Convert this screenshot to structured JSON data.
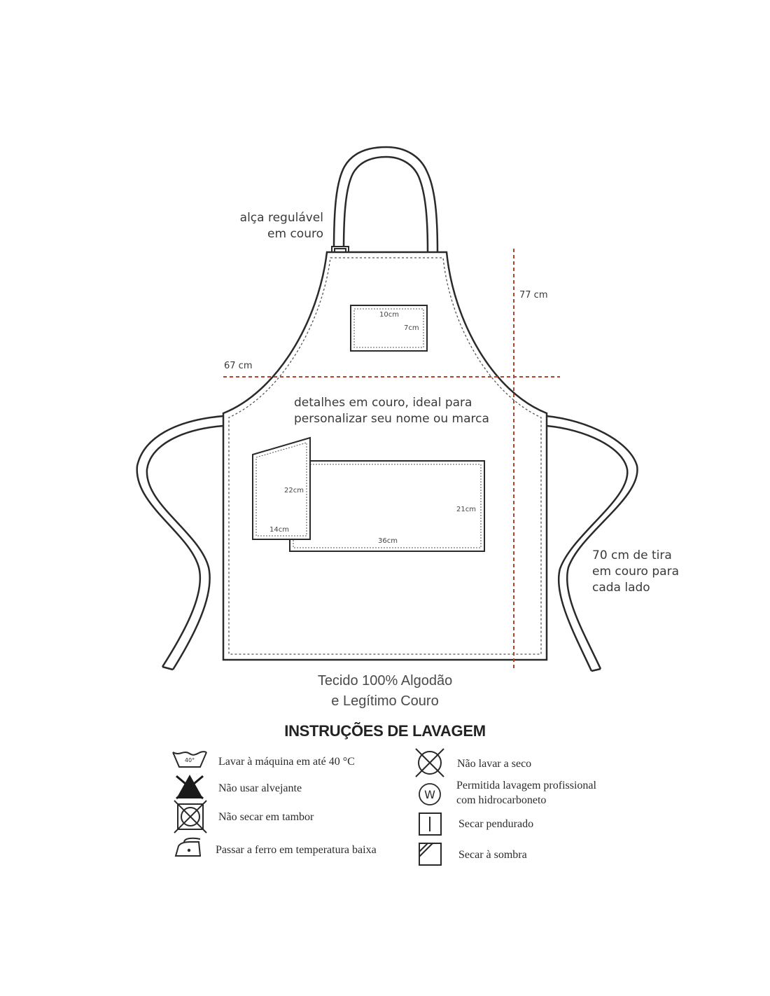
{
  "labels": {
    "strap": [
      "alça regulável",
      "em couro"
    ],
    "height": "77 cm",
    "width": "67 cm",
    "leather_details": [
      "detalhes em couro, ideal para",
      "personalizar seu nome ou marca"
    ],
    "ties": [
      "70 cm de tira",
      "em couro para",
      "cada lado"
    ]
  },
  "pockets": {
    "chest": {
      "width": "10cm",
      "height": "7cm"
    },
    "left": {
      "height": "22cm",
      "width": "14cm"
    },
    "main": {
      "height": "21cm",
      "width": "36cm"
    }
  },
  "fabric": [
    "Tecido 100% Algodão",
    "e Legítimo Couro"
  ],
  "washing": {
    "title": "INSTRUÇÕES DE LAVAGEM",
    "temp_label": "40°",
    "left": [
      {
        "icon": "washtub-40-icon",
        "text": [
          "Lavar à máquina em até 40 °C"
        ]
      },
      {
        "icon": "no-bleach-icon",
        "text": [
          "Não usar alvejante"
        ]
      },
      {
        "icon": "no-tumble-dry-icon",
        "text": [
          "Não secar em tambor"
        ]
      },
      {
        "icon": "iron-low-icon",
        "text": [
          "Passar a ferro em temperatura baixa"
        ]
      }
    ],
    "right": [
      {
        "icon": "no-dry-clean-icon",
        "text": [
          "Não lavar a seco"
        ]
      },
      {
        "icon": "professional-wet-clean-icon",
        "text": [
          "Permitida lavagem profissional",
          "com hidrocarboneto"
        ]
      },
      {
        "icon": "line-dry-icon",
        "text": [
          "Secar pendurado"
        ]
      },
      {
        "icon": "dry-in-shade-icon",
        "text": [
          "Secar à sombra"
        ]
      }
    ],
    "wet_clean_letter": "W"
  },
  "colors": {
    "outline": "#2a2a2a",
    "stitch": "#555555",
    "measure_line": "#b5452a",
    "text": "#3a3a3a"
  }
}
